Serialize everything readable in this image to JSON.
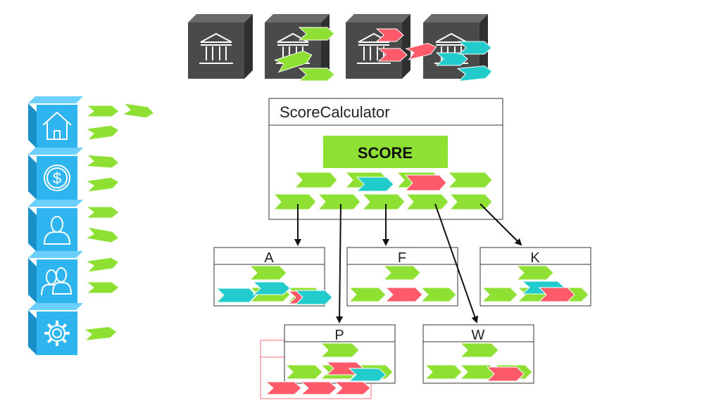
{
  "colors": {
    "green": "#8ee032",
    "green_dark": "#6fc21c",
    "red": "#ff5a6a",
    "teal": "#22cccc",
    "blue": "#2eb5f0",
    "blue_dark": "#1a8fc8",
    "bank_gray": "#4a4a4a",
    "score_box": "#8ee032"
  },
  "banks": [
    {
      "icon": "bank-icon"
    },
    {
      "icon": "bank-icon"
    },
    {
      "icon": "bank-icon"
    },
    {
      "icon": "bank-icon"
    }
  ],
  "categories": [
    {
      "icon": "house-icon"
    },
    {
      "icon": "dollar-coin-icon"
    },
    {
      "icon": "person-icon"
    },
    {
      "icon": "people-icon"
    },
    {
      "icon": "gear-icon"
    }
  ],
  "calculator": {
    "title": "ScoreCalculator",
    "score_label": "SCORE"
  },
  "outputs": {
    "a": "A",
    "f": "F",
    "k": "K",
    "p": "P",
    "w": "W"
  }
}
